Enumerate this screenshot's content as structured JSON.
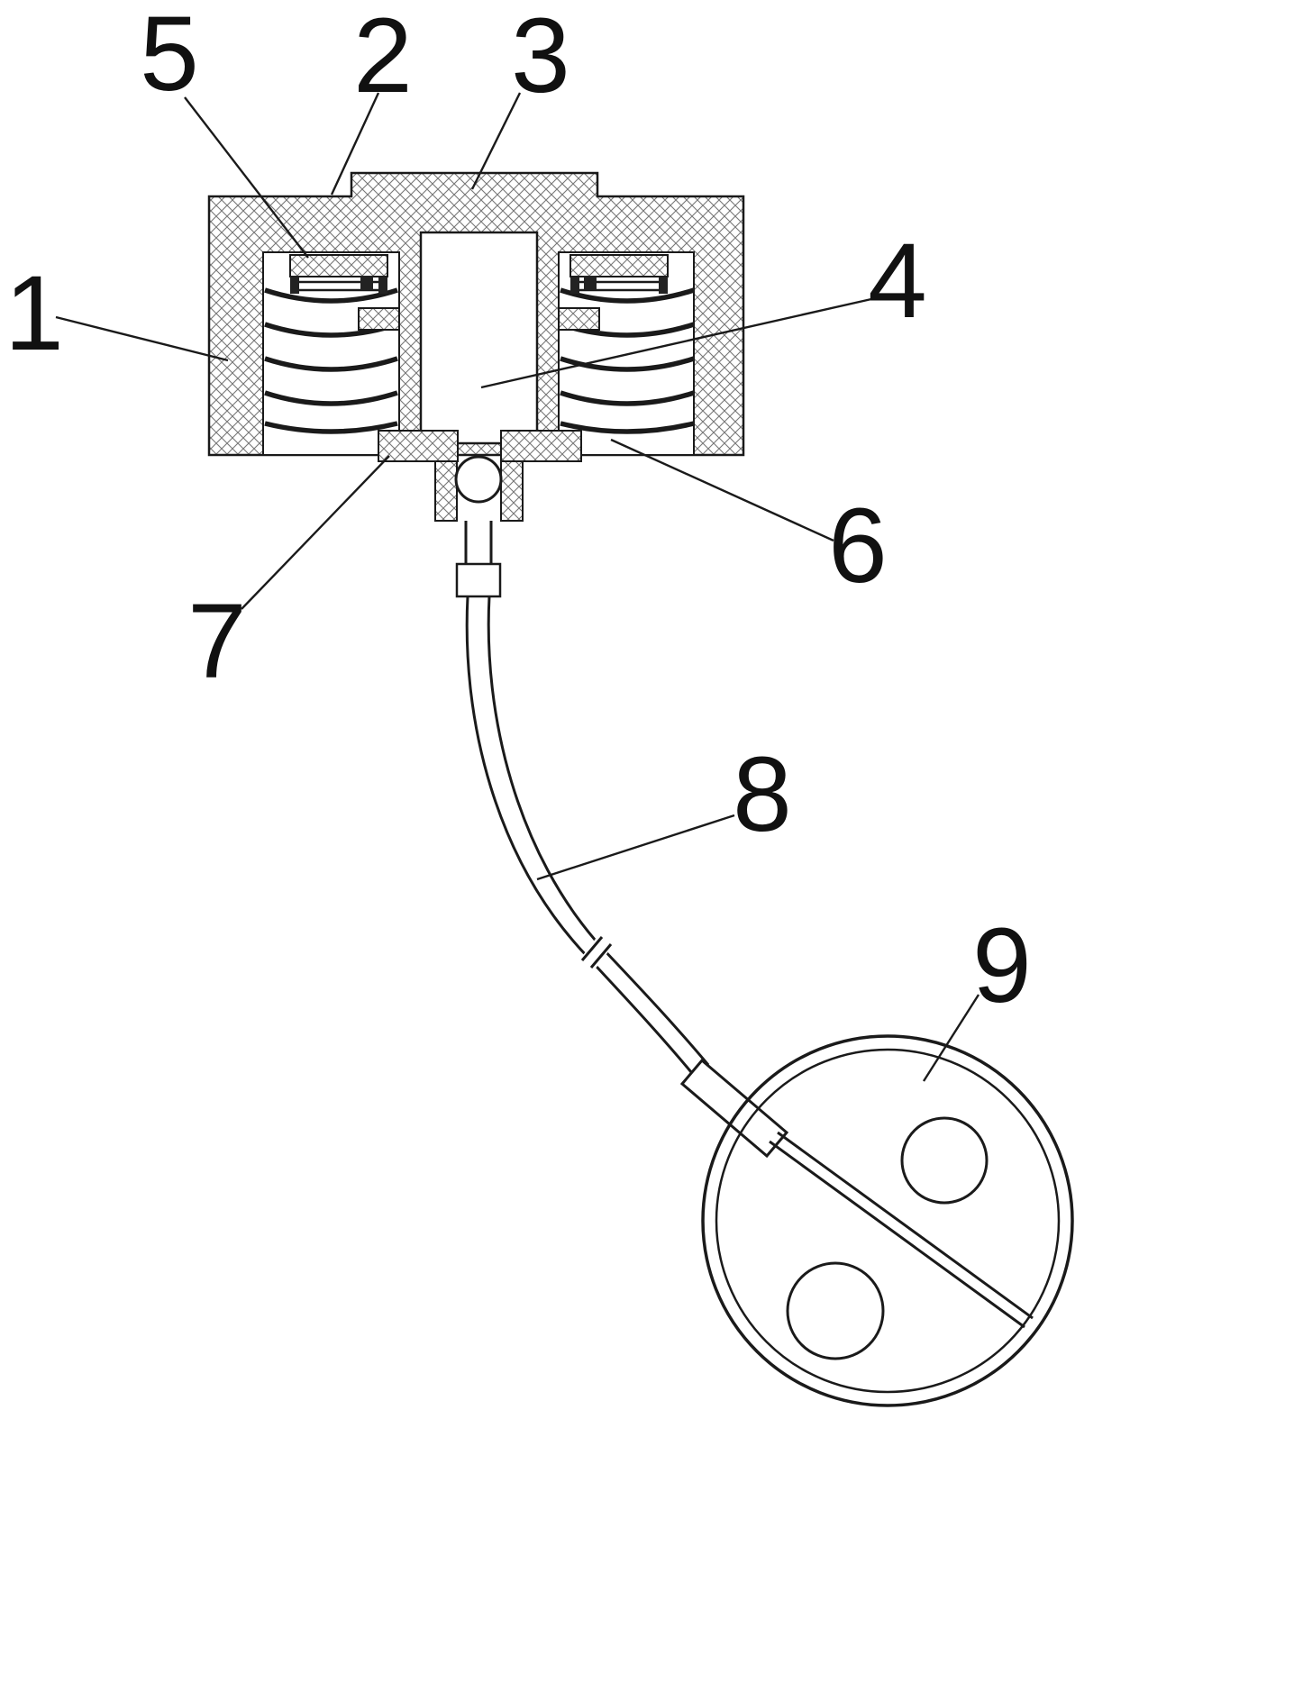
{
  "figure": {
    "type": "patent-technical-diagram",
    "colors": {
      "line": "#1a1a1a",
      "hatch": "#777777",
      "background": "#ffffff"
    },
    "labels": {
      "n1": "1",
      "n2": "2",
      "n3": "3",
      "n4": "4",
      "n5": "5",
      "n6": "6",
      "n7": "7",
      "n8": "8",
      "n9": "9"
    }
  }
}
